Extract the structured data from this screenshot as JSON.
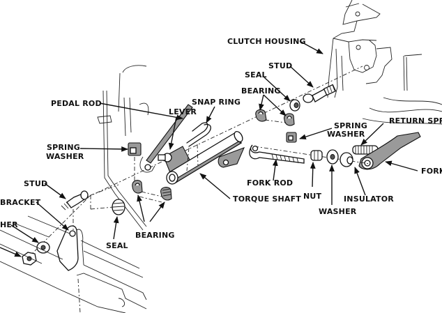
{
  "diagram": {
    "type": "exploded-view",
    "subject": "Clutch linkage assembly",
    "labels": {
      "clutch_housing": "CLUTCH HOUSING",
      "stud_top": "STUD",
      "seal_top": "SEAL",
      "bearing_top": "BEARING",
      "snap_ring": "SNAP RING",
      "pedal_rod": "PEDAL ROD",
      "lever": "LEVER",
      "spring_washer_left_1": "SPRING",
      "spring_washer_left_2": "WASHER",
      "spring_washer_right_1": "SPRING",
      "spring_washer_right_2": "WASHER",
      "return_spring": "RETURN SPRIN",
      "fork": "FORK",
      "fork_rod": "FORK ROD",
      "torque_shaft": "TORQUE SHAFT",
      "nut_right": "NUT",
      "washer_right": "WASHER",
      "insulator": "INSULATOR",
      "stud_left": "STUD",
      "bracket": "BRACKET",
      "washer_left_partial": "HER",
      "seal_bottom": "SEAL",
      "bearing_bottom": "BEARING"
    }
  }
}
